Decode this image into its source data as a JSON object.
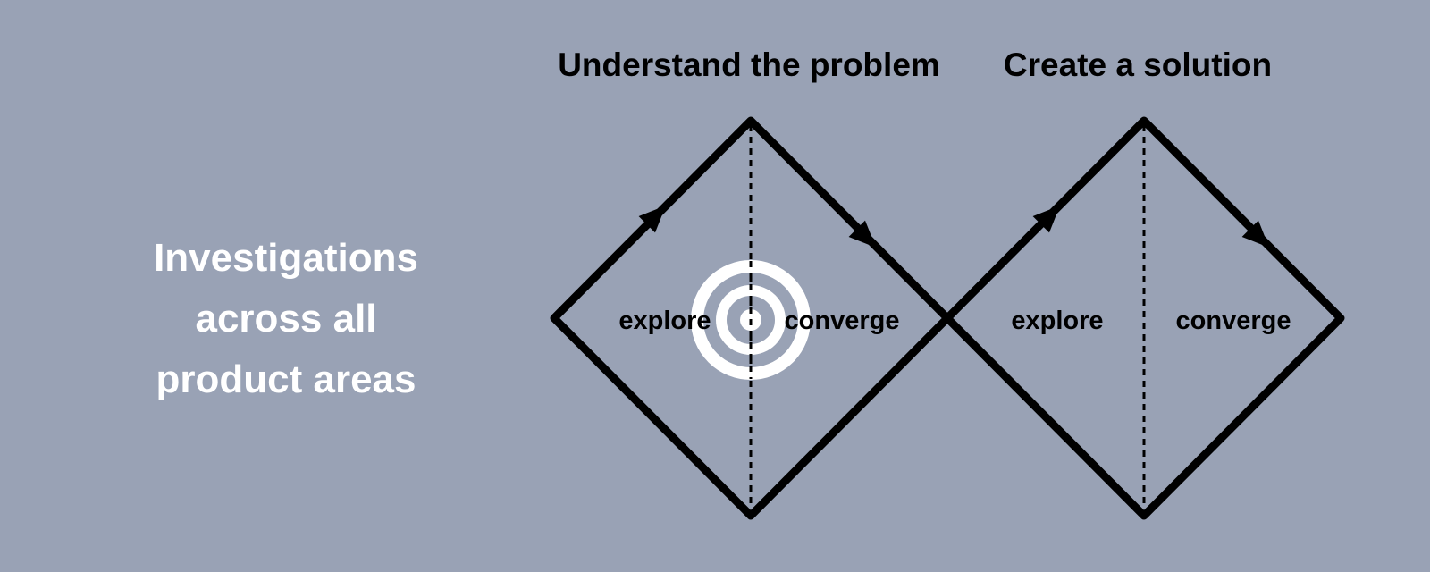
{
  "caption": {
    "lines": [
      "Investigations",
      "across all",
      "product areas"
    ]
  },
  "phases": [
    {
      "title": "Understand the problem",
      "left_label": "explore",
      "right_label": "converge"
    },
    {
      "title": "Create a solution",
      "left_label": "explore",
      "right_label": "converge"
    }
  ],
  "colors": {
    "background": "#99a2b5",
    "stroke": "#000000",
    "caption_text": "#ffffff",
    "target_ring": "#ffffff"
  },
  "icons": [
    "target-icon",
    "arrow-up-right-icon",
    "arrow-down-right-icon"
  ]
}
